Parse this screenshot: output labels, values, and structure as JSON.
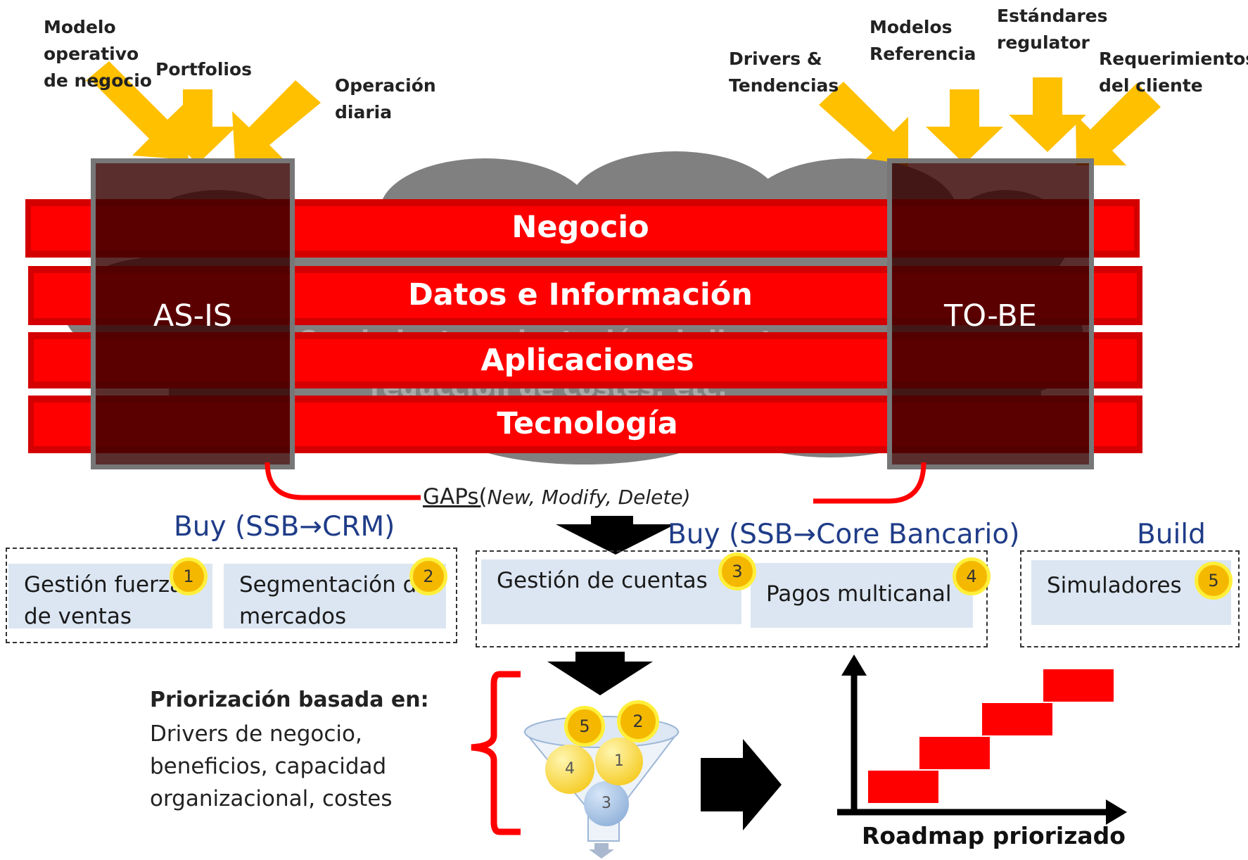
{
  "inputs_left": {
    "modelo": "Modelo\noperativo\nde negocio",
    "portfolios": "Portfolios",
    "operacion": "Operación\ndiaria"
  },
  "inputs_right": {
    "drivers": "Drivers &\nTendencias",
    "modelos": "Modelos\nReferencia",
    "estandares": "Estándares\nregulator",
    "requerimientos": "Requerimientos\ndel cliente"
  },
  "cloud_text": "Crecimiento, orientación al cliente, reducción de costes, etc.",
  "layers": [
    "Negocio",
    "Datos e Información",
    "Aplicaciones",
    "Tecnología"
  ],
  "as_is": "AS-IS",
  "to_be": "TO-BE",
  "gaps": {
    "prefix": "GAPs(",
    "detail": "New, Modify, Delete)"
  },
  "groups": [
    {
      "title": "Buy (SSB→CRM)",
      "items": [
        {
          "label": "Gestión fuerzas\n de ventas",
          "badge": "1"
        },
        {
          "label": "Segmentación de\n   mercados",
          "badge": "2"
        }
      ]
    },
    {
      "title": "Buy (SSB→Core Bancario)",
      "items": [
        {
          "label": "Gestión de cuentas",
          "badge": "3"
        },
        {
          "label": "Pagos multicanal",
          "badge": "4"
        }
      ]
    },
    {
      "title": "Build",
      "items": [
        {
          "label": "Simuladores",
          "badge": "5"
        }
      ]
    }
  ],
  "prioritization": {
    "heading": "Priorización basada en:",
    "body": "Drivers de negocio,\nbeneficios, capacidad\norganizacional, costes"
  },
  "funnel_balls": [
    "5",
    "2",
    "4",
    "1",
    "3"
  ],
  "roadmap_label": "Roadmap priorizado",
  "colors": {
    "accent_red": "#ff0000",
    "arrow_yellow": "#ffc000",
    "title_blue": "#1f3c88",
    "box_fill": "#dce6f2"
  }
}
